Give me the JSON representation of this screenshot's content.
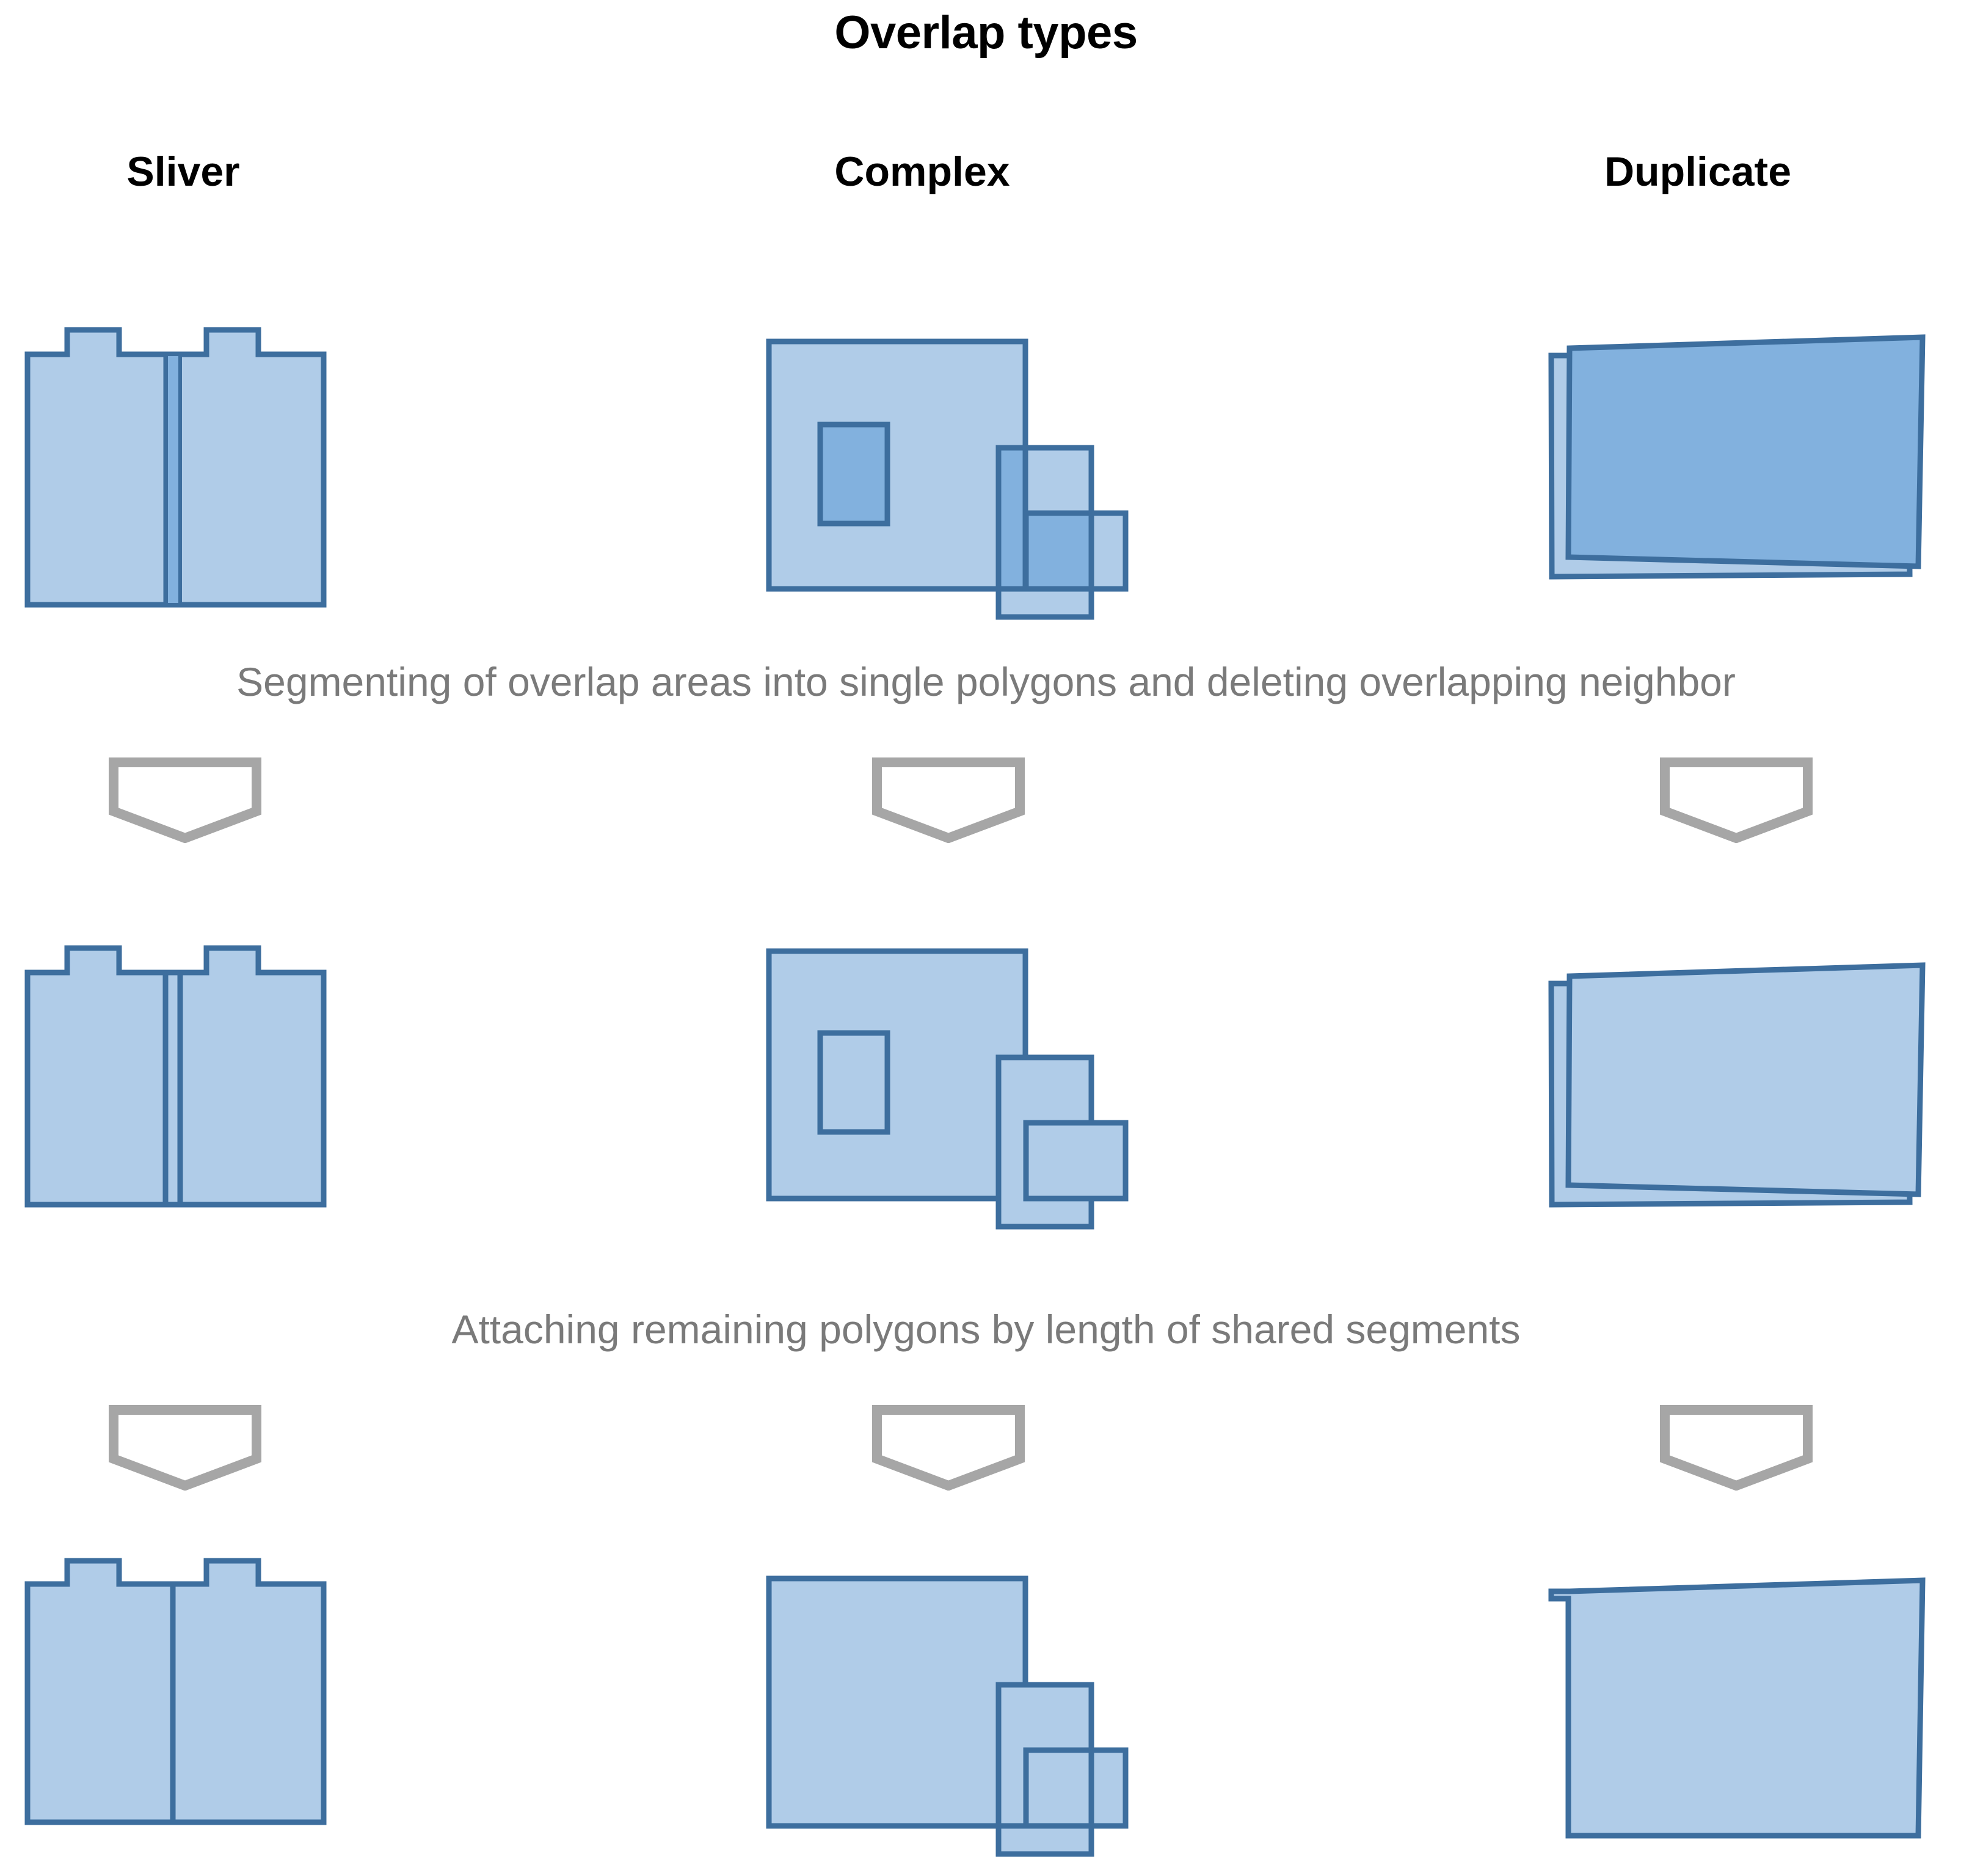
{
  "title": "Overlap types",
  "columns": [
    {
      "key": "sliver",
      "label": "Sliver"
    },
    {
      "key": "complex",
      "label": "Complex"
    },
    {
      "key": "duplicate",
      "label": "Duplicate"
    }
  ],
  "captions": [
    "Segmenting of overlap areas into single polygons and deleting overlapping neighbor",
    "Attaching remaining polygons by length of shared segments"
  ],
  "icons": {
    "arrow": "down-chevron-arrow-icon"
  },
  "colors": {
    "fill_light": "#b0cce8",
    "fill_overlap": "#82b1de",
    "stroke": "#3d6e9e",
    "arrow_stroke": "#a6a6a6",
    "caption_text": "#7a7a7a",
    "heading_text": "#000000",
    "background": "#ffffff"
  },
  "rows": [
    {
      "key": "row-1-input",
      "name": "overlapping-input-polygons",
      "description": "Original polygons with overlaps highlighted in darker blue"
    },
    {
      "key": "row-2-segmented",
      "name": "segmented-polygons",
      "description": "Overlap areas segmented into single polygons, overlapping neighbor deleted"
    },
    {
      "key": "row-3-attached",
      "name": "attached-polygons",
      "description": "Remaining polygons attached by length of shared segments"
    }
  ],
  "diagram": {
    "type": "geoprocessing-workflow",
    "steps": 3,
    "columns": 3,
    "arrow_count": 6
  }
}
